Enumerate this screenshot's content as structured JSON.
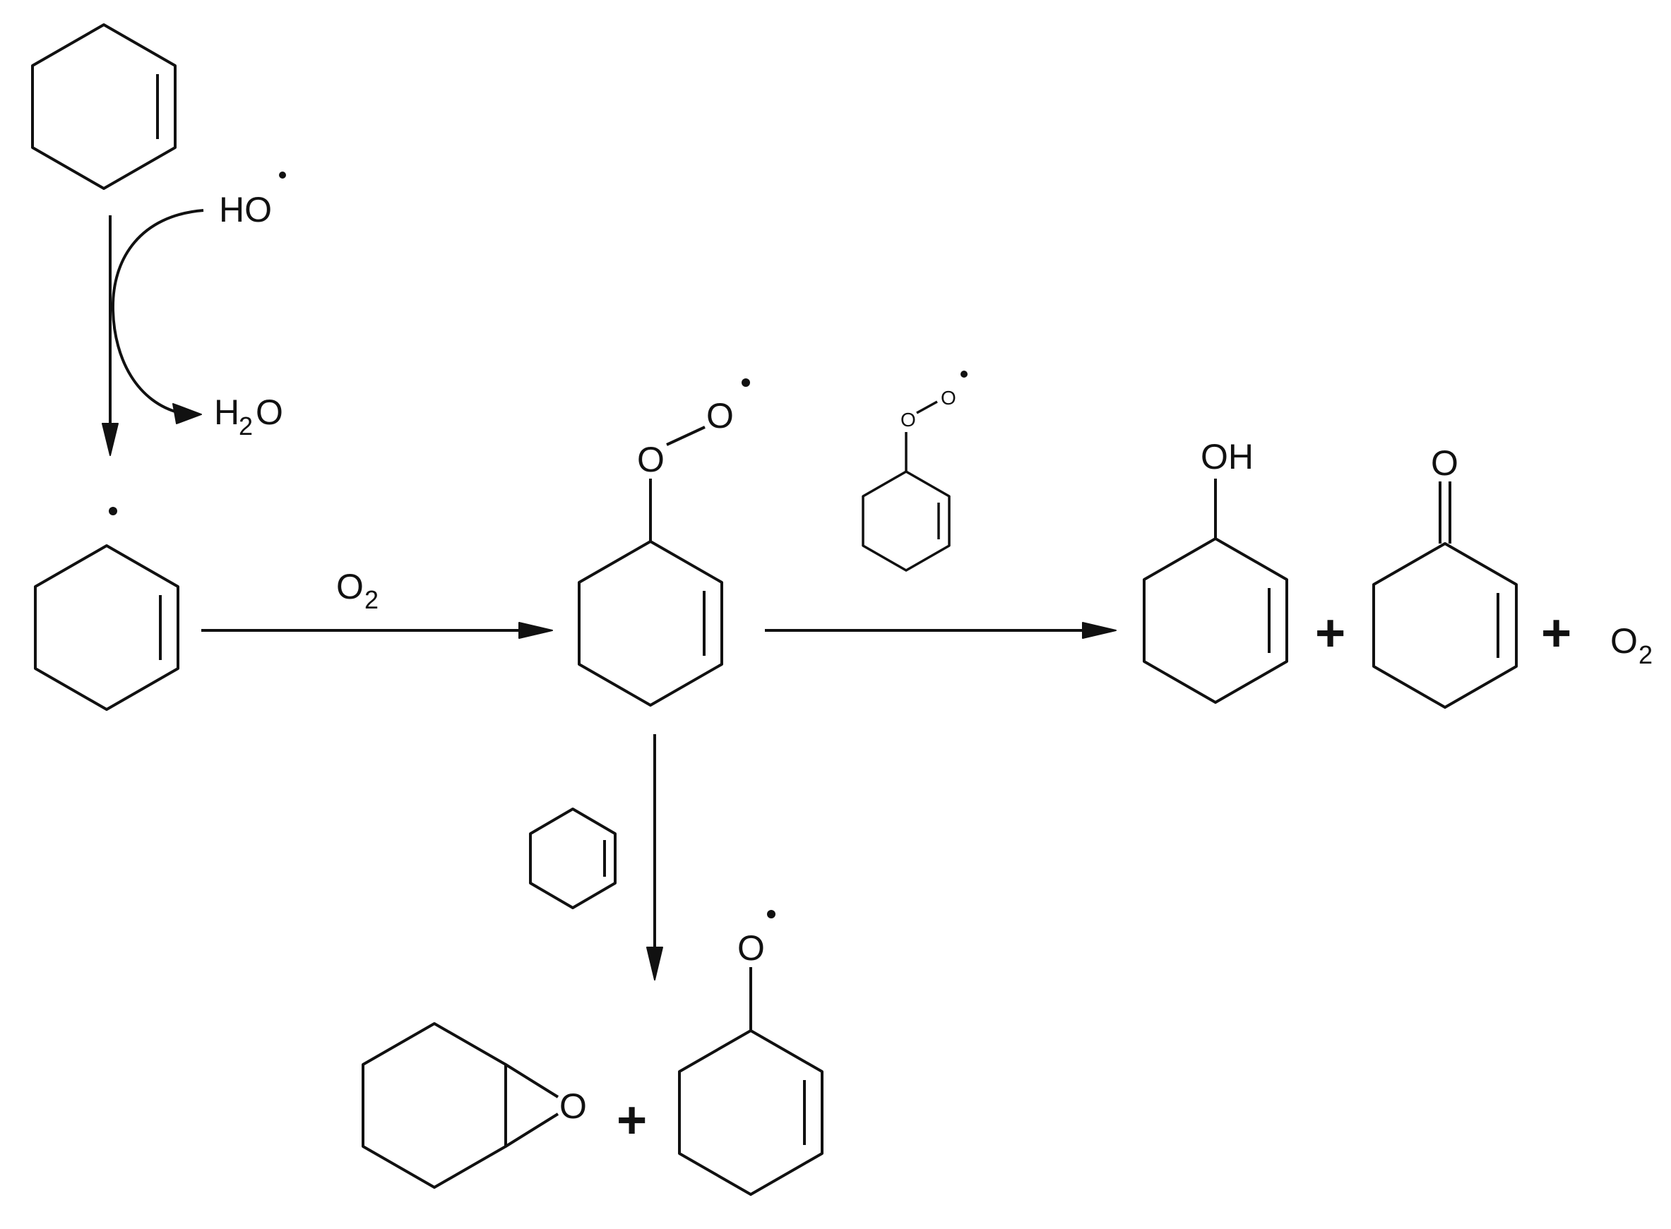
{
  "reagents": {
    "hydroxyl": "HO",
    "water_h": "H",
    "water_sub": "2",
    "water_o": "O",
    "oxygen": "O",
    "oxygen_sub": "2"
  },
  "atoms": {
    "peroxy_o1": "O",
    "peroxy_o2": "O",
    "catalyst_o1": "O",
    "catalyst_o2": "O",
    "alcohol_oh": "OH",
    "ketone_o": "O",
    "epoxide_o": "O",
    "alkoxy_o": "O"
  },
  "products_right": {
    "plus_1": "+",
    "plus_2": "+",
    "oxygen": "O",
    "oxygen_sub": "2"
  },
  "products_bottom": {
    "plus": "+"
  }
}
